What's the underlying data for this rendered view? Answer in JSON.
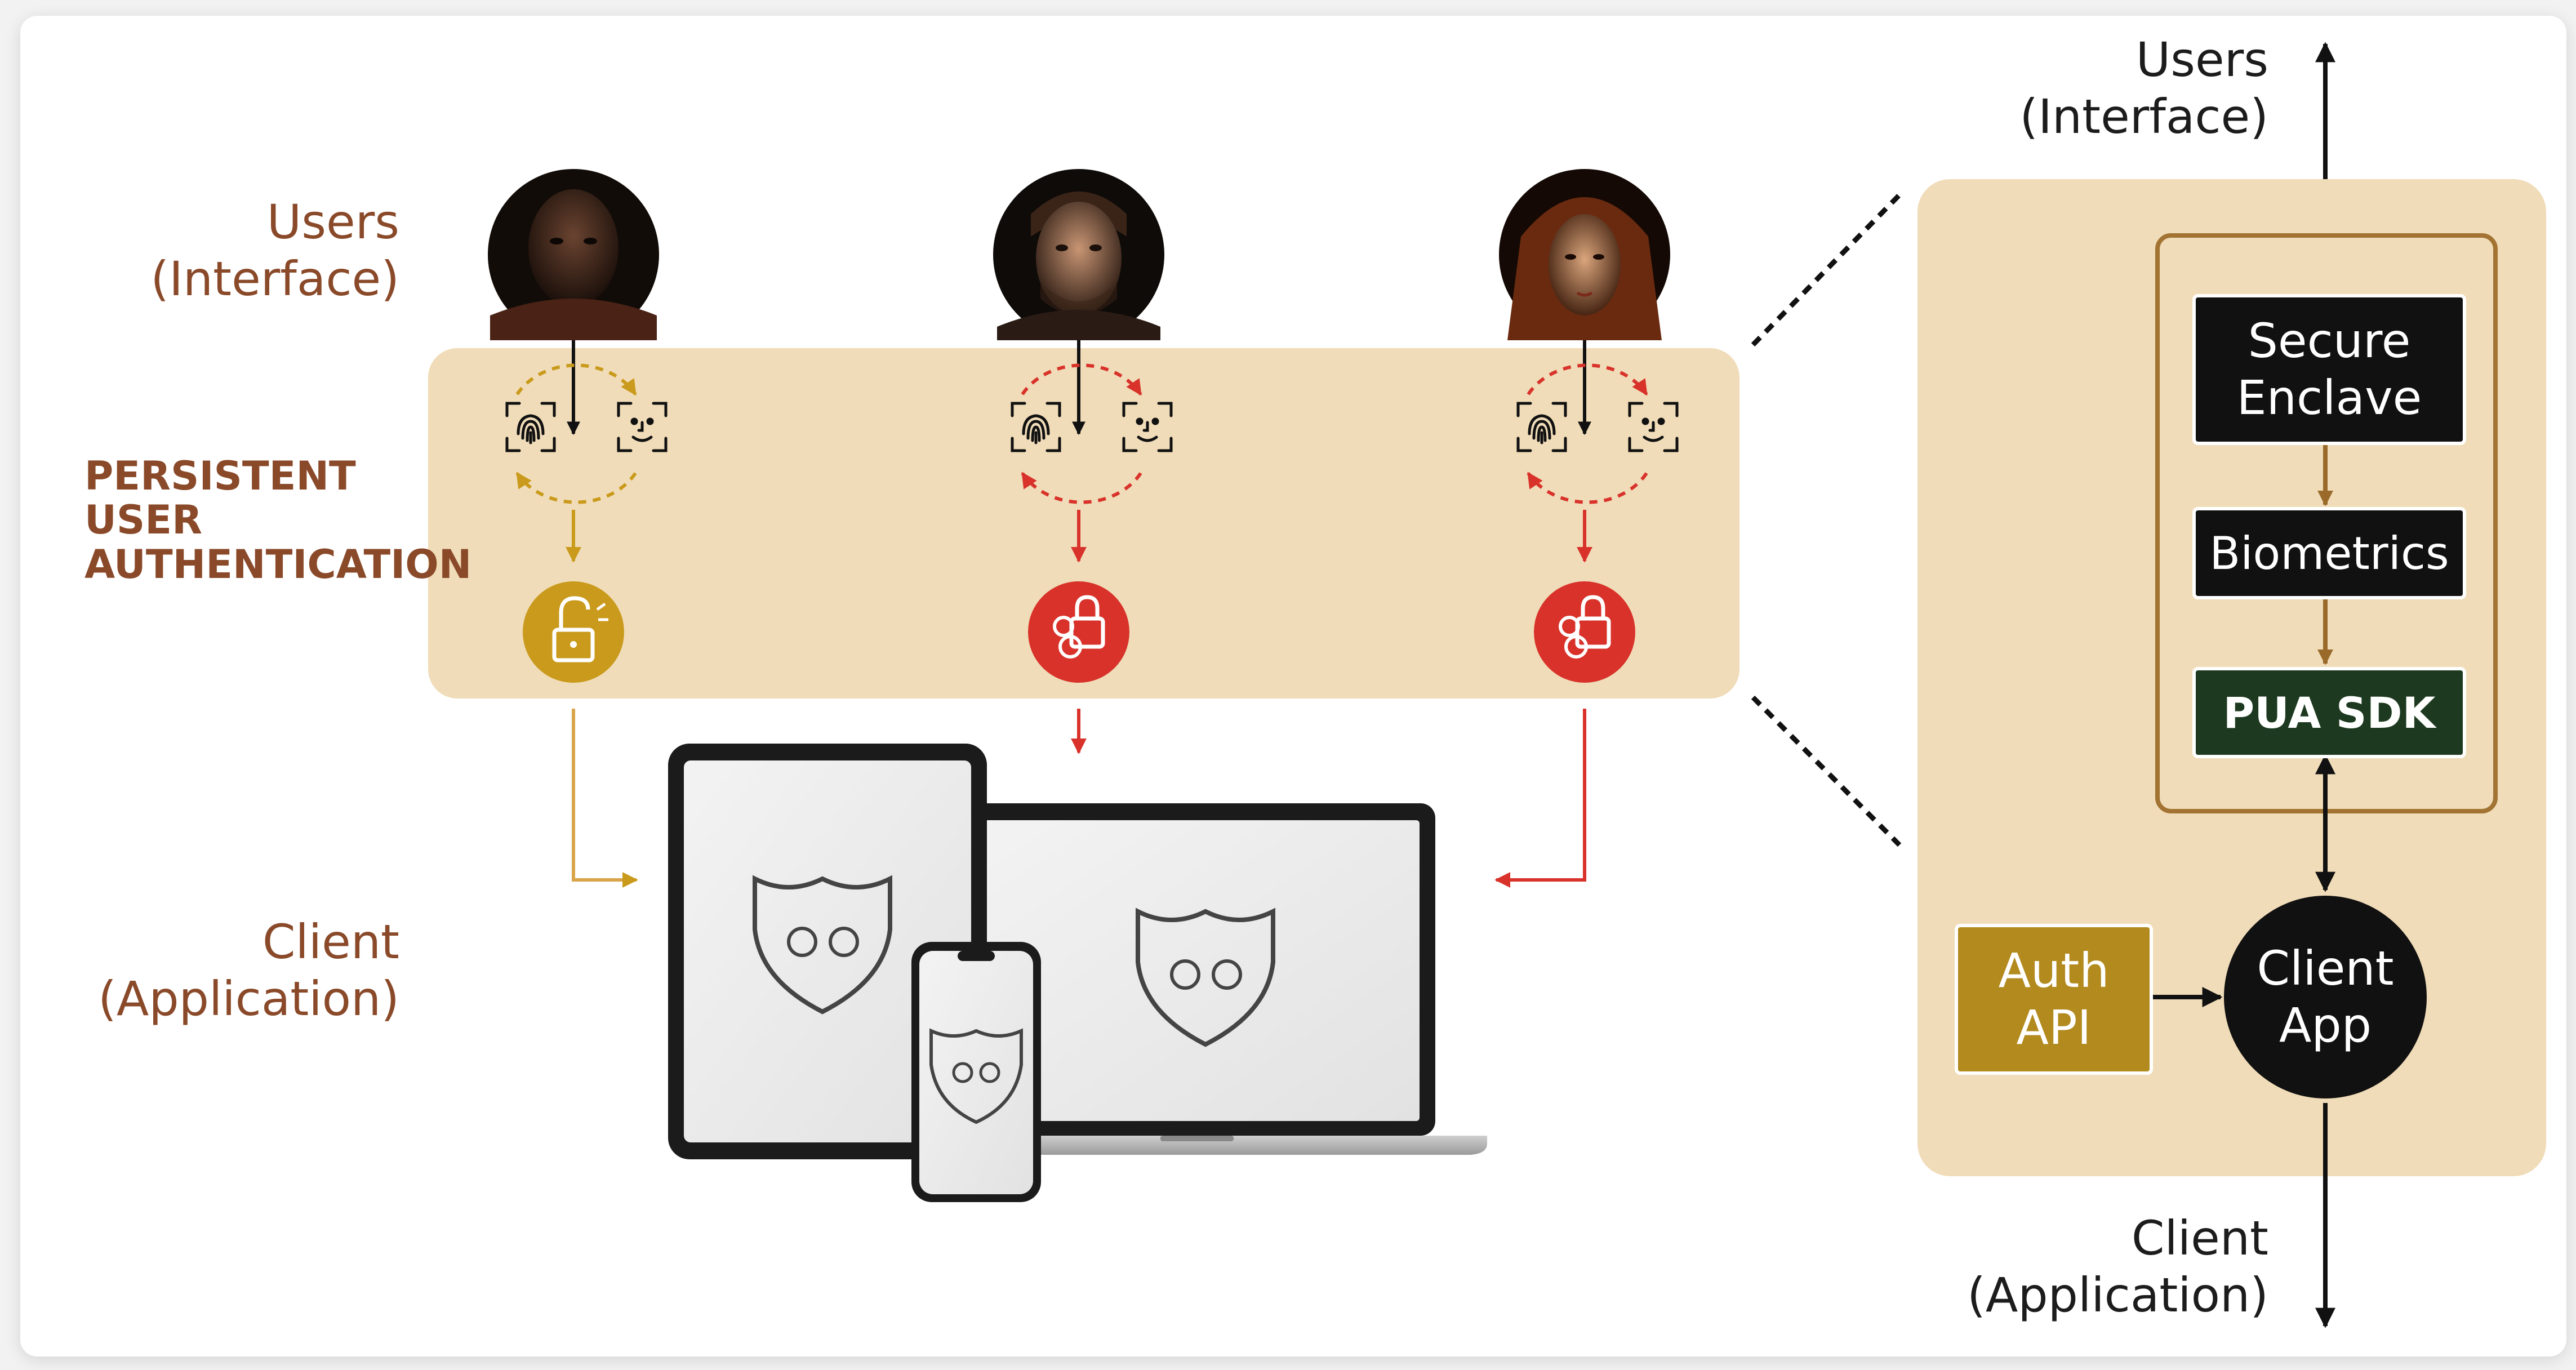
{
  "left_panel": {
    "users_label_line1": "Users",
    "users_label_line2": "(Interface)",
    "auth_label_line1": "PERSISTENT",
    "auth_label_line2": "USER",
    "auth_label_line3": "AUTHENTICATION",
    "client_label_line1": "Client",
    "client_label_line2": "(Application)"
  },
  "right_panel": {
    "top_label_line1": "Users",
    "top_label_line2": "(Interface)",
    "secure_enclave_line1": "Secure",
    "secure_enclave_line2": "Enclave",
    "biometrics": "Biometrics",
    "pua_sdk": "PUA SDK",
    "auth_api_line1": "Auth",
    "auth_api_line2": "API",
    "client_app_line1": "Client",
    "client_app_line2": "App",
    "bottom_label_line1": "Client",
    "bottom_label_line2": "(Application)"
  },
  "colors": {
    "panel_bg": "#f0dcb8",
    "label_brown": "#8a4a2a",
    "gold": "#c99a1b",
    "red": "#d8322a",
    "block_black": "#111111",
    "sdk_green": "#1d3a20",
    "auth_api_gold": "#b28a1e"
  },
  "icons": {
    "fingerprint": "fingerprint-icon",
    "face_scan": "face-scan-icon",
    "unlock": "unlock-icon",
    "lock_settings": "lock-settings-icon",
    "shield": "shield-icon"
  }
}
